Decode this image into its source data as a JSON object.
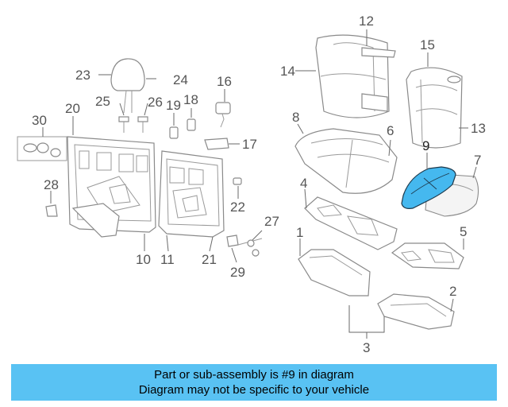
{
  "callouts": {
    "c1": "1",
    "c2": "2",
    "c3": "3",
    "c4": "4",
    "c5": "5",
    "c6": "6",
    "c7": "7",
    "c8": "8",
    "c9": "9",
    "c10": "10",
    "c11": "11",
    "c12": "12",
    "c13": "13",
    "c14": "14",
    "c15": "15",
    "c16": "16",
    "c17": "17",
    "c18": "18",
    "c19": "19",
    "c20": "20",
    "c21": "21",
    "c22": "22",
    "c23": "23",
    "c24": "24",
    "c25": "25",
    "c26": "26",
    "c27": "27",
    "c28": "28",
    "c29": "29",
    "c30": "30"
  },
  "highlight": {
    "color": "#45b8ef"
  },
  "banner": {
    "line1": "Part or sub-assembly is #9 in diagram",
    "line2": "Diagram may not be specific to your vehicle",
    "color": "#59c2f3"
  }
}
